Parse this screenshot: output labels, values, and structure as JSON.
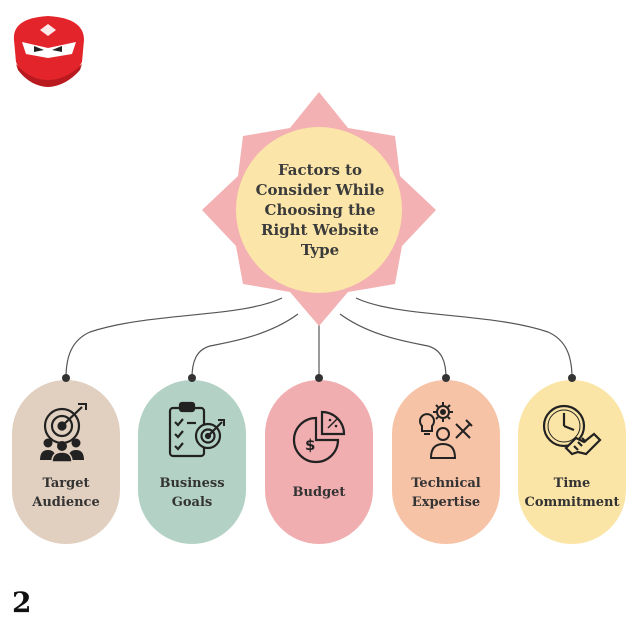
{
  "title": "Factors to Consider While Choosing the Right Website Type",
  "factors": [
    {
      "label_line1": "Target",
      "label_line2": "Audience",
      "icon": "target-audience-icon",
      "color": "#e1cfbf"
    },
    {
      "label_line1": "Business",
      "label_line2": "Goals",
      "icon": "clipboard-target-icon",
      "color": "#b3d2c5"
    },
    {
      "label_line1": "Budget",
      "label_line2": "",
      "icon": "pie-chart-dollar-icon",
      "color": "#f1aeb0"
    },
    {
      "label_line1": "Technical",
      "label_line2": "Expertise",
      "icon": "person-tools-icon",
      "color": "#f7c3a7"
    },
    {
      "label_line1": "Time",
      "label_line2": "Commitment",
      "icon": "clock-handshake-icon",
      "color": "#fbe5a6"
    }
  ],
  "colors": {
    "star": "#f3b1b3",
    "center": "#fbe5a8",
    "connector": "#555555",
    "logo": "#e3252b"
  },
  "page_number": "2"
}
